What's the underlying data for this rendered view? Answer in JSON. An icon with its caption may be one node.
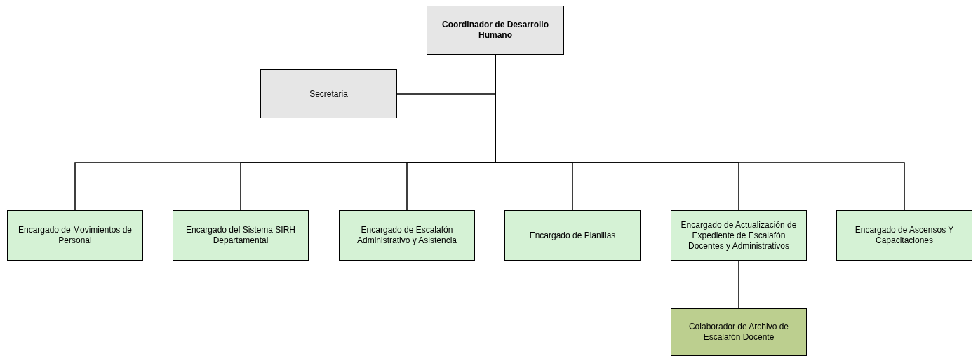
{
  "diagram": {
    "nodes": [
      {
        "text": [
          "Coordinador de Desarrollo Humano"
        ]
      },
      {
        "text": [
          "Secretaria"
        ]
      },
      {
        "text": [
          "Encargado de Movimientos de Personal"
        ]
      },
      {
        "text": [
          "Encargado del Sistema SIRH Departamental"
        ]
      },
      {
        "text": [
          "Encargado de Escalafón Administrativo y Asistencia"
        ]
      },
      {
        "text": [
          "Encargado de Planillas"
        ]
      },
      {
        "text": [
          "Encargado de Actualización de Expediente de Escalafón Docentes y Administrativos"
        ]
      },
      {
        "text": [
          "Encargado de Ascensos Y Capacitaciones"
        ]
      },
      {
        "text": [
          "Colaborador de Archivo de Escalafón Docente"
        ]
      }
    ],
    "edges": [
      {
        "from": 0,
        "to": 1,
        "arrow": "none"
      },
      {
        "from": 0,
        "to": 2,
        "arrow": "none"
      },
      {
        "from": 0,
        "to": 3,
        "arrow": "none"
      },
      {
        "from": 0,
        "to": 4,
        "arrow": "none"
      },
      {
        "from": 0,
        "to": 5,
        "arrow": "none"
      },
      {
        "from": 0,
        "to": 6,
        "arrow": "none"
      },
      {
        "from": 0,
        "to": 7,
        "arrow": "none"
      },
      {
        "from": 6,
        "to": 8,
        "arrow": "none"
      }
    ]
  }
}
